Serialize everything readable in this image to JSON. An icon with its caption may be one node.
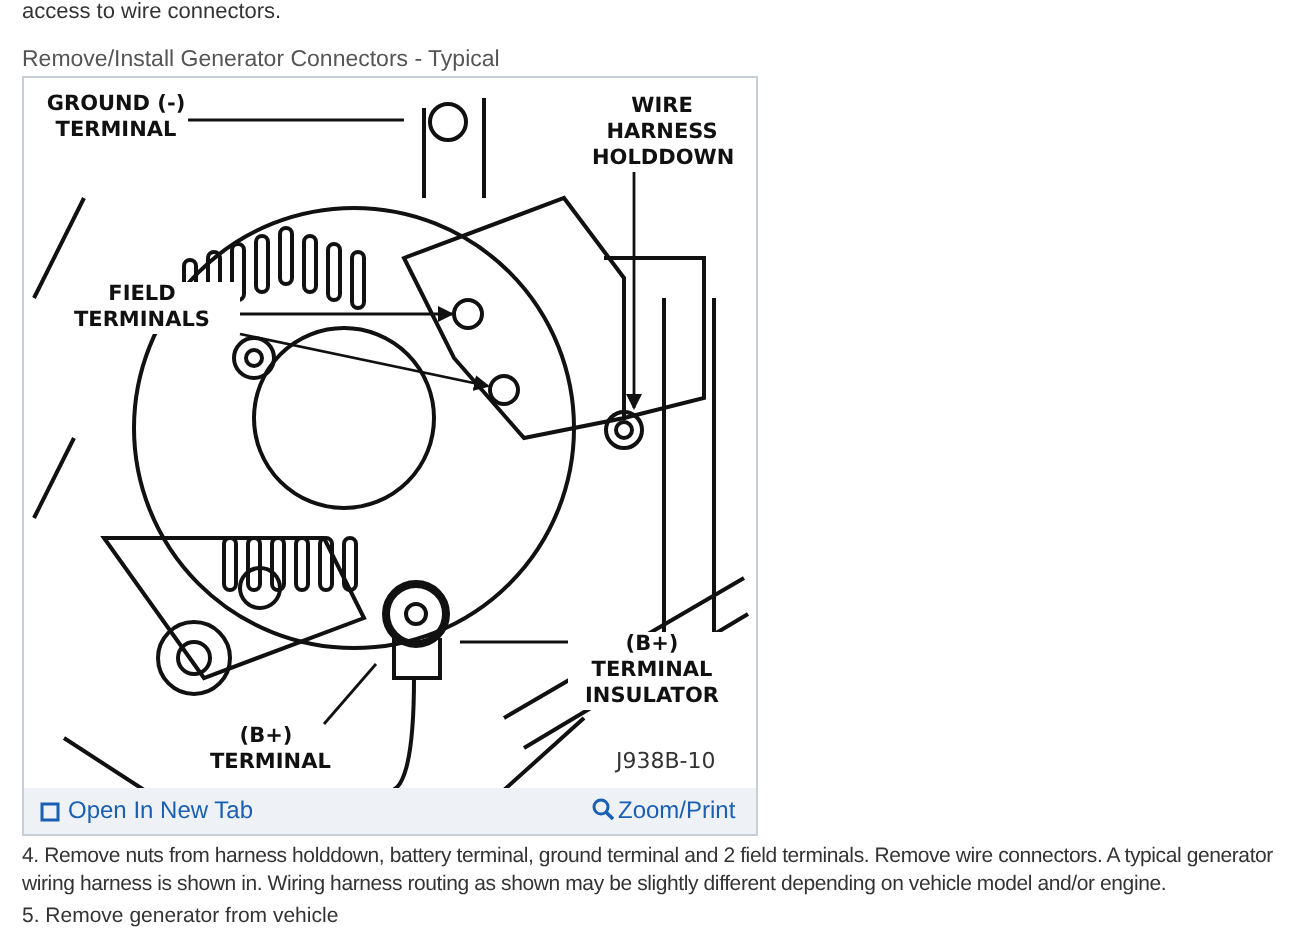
{
  "diagram": {
    "title": "Remove/Install Generator Connectors - Typical",
    "nodes": [
      {
        "text": [
          "GROUND (-) TERMINAL"
        ]
      },
      {
        "text": [
          "WIRE HARNESS HOLDDOWN"
        ]
      },
      {
        "text": [
          "FIELD TERMINALS"
        ]
      },
      {
        "text": [
          "(B+) TERMINAL INSULATOR"
        ]
      },
      {
        "text": [
          "(B+) TERMINAL"
        ]
      }
    ],
    "edges": [
      {
        "from": 0,
        "to": null,
        "arrow": "none"
      },
      {
        "from": 1,
        "to": null,
        "arrow": "to"
      },
      {
        "from": 2,
        "to": null,
        "arrow": "to"
      },
      {
        "from": 2,
        "to": null,
        "arrow": "to"
      },
      {
        "from": 3,
        "to": null,
        "arrow": "none"
      },
      {
        "from": 4,
        "to": null,
        "arrow": "none"
      }
    ],
    "labels": [
      "access to wire connectors.",
      "J938B-10",
      "Open In New Tab",
      "Zoom/Print",
      "4. Remove nuts from harness holddown, battery terminal, ground terminal and 2 field terminals. Remove wire connectors. A typical generator wiring harness is shown in. Wiring harness routing as shown may be slightly different depending on vehicle model and/or engine.",
      "5. Remove generator from vehicle"
    ]
  }
}
